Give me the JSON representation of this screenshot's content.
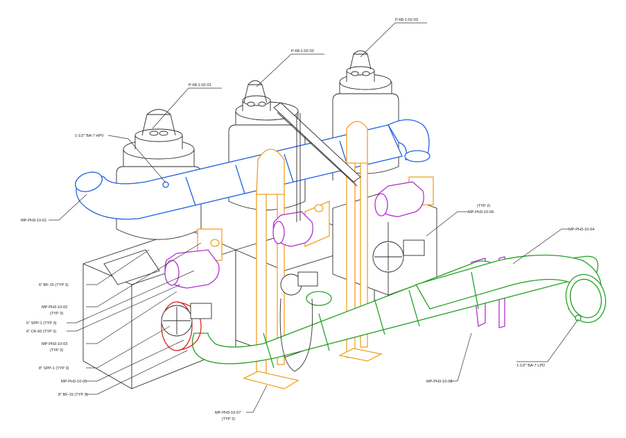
{
  "labels": {
    "pump1": "P-68-1-02-01",
    "pump2": "P-68-1-02-02",
    "pump3": "P-68-1-02-03",
    "hpv": "1-1/2\" BA-7 HPV",
    "mp01": "MP-PH3-10-01",
    "bf15_top": "6\" BF-15 (TYP 3)",
    "mp02": "MP-PH3-10-02",
    "mp02_typ": "(TYP 3)",
    "spp1_top": "6\" SPP-1 (TYP 3)",
    "ck60": "6\" CK-60 (TYP 3)",
    "mp03": "MP-PH3-10-03",
    "mp03_typ": "(TYP 3)",
    "spp1_bot": "8\" SPP-1 (TYP 3)",
    "mp05": "MP-PH3-10-05",
    "bf15_bot": "8\" BF-15 (TYP 3)",
    "mp06_typ": "(TYP 2)",
    "mp06": "MP-PH3-10-06",
    "mp04": "MP-PH3-10-04",
    "lpd": "1-1/2\" BA-7 LPD",
    "mp08": "MP-PH3-10-08",
    "mp07": "MP-PH3-10-07",
    "mp07_typ": "(TYP 2)"
  },
  "colors": {
    "discharge_header": "#2060e0",
    "suction_header": "#22a022",
    "supports": "#f0a020",
    "check_valves": "#b030d0",
    "reducer": "#e02020",
    "outline": "#2a2a2a"
  }
}
